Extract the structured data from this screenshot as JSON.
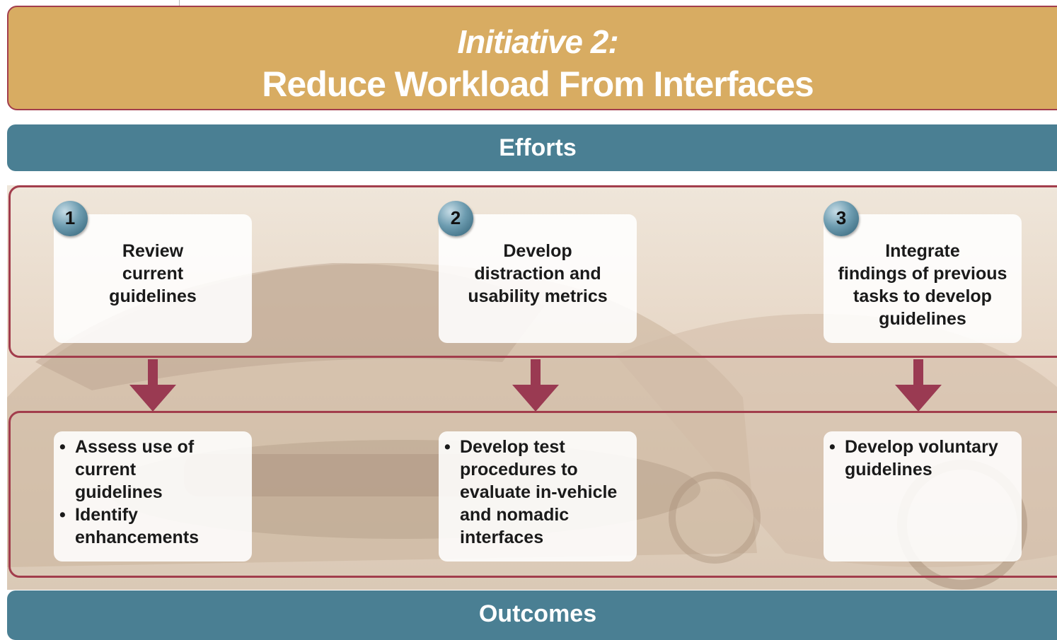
{
  "title": {
    "line1": "Initiative 2:",
    "line2": "Reduce Workload From Interfaces"
  },
  "efforts_label": "Efforts",
  "outcomes_label": "Outcomes",
  "efforts": [
    {
      "number": "1",
      "text": [
        "Review",
        "current",
        "guidelines"
      ]
    },
    {
      "number": "2",
      "text": [
        "Develop",
        "distraction and",
        "usability metrics"
      ]
    },
    {
      "number": "3",
      "text": [
        "Integrate",
        "findings of previous",
        "tasks to develop",
        "guidelines"
      ]
    }
  ],
  "outcomes": [
    {
      "bullets": [
        {
          "lines": [
            "Assess use of current",
            "guidelines"
          ]
        },
        {
          "lines": [
            "Identify",
            "enhancements"
          ]
        }
      ]
    },
    {
      "bullets": [
        {
          "lines": [
            "Develop test",
            "procedures to",
            "evaluate in-vehicle",
            "and nomadic",
            "interfaces"
          ]
        }
      ]
    },
    {
      "bullets": [
        {
          "lines": [
            "Develop voluntary",
            "guidelines"
          ]
        }
      ]
    }
  ],
  "colors": {
    "title_bg": "#d8ac62",
    "band_bg": "#4a7f93",
    "border": "#a23d4c",
    "arrow": "#9a3a52"
  }
}
